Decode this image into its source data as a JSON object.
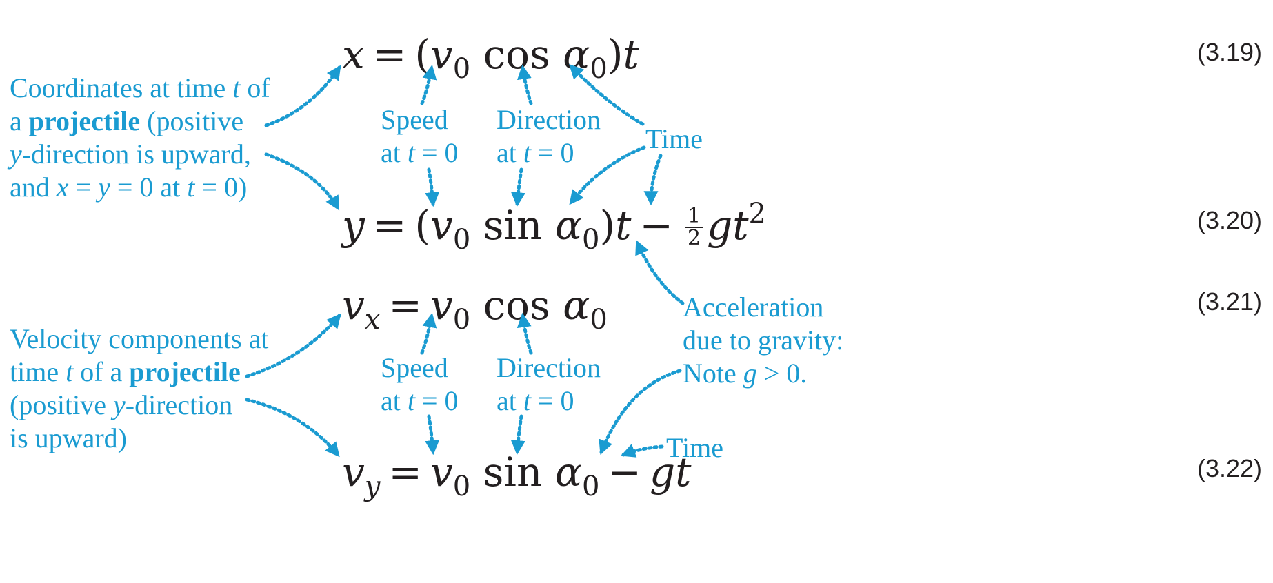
{
  "equations": {
    "eq319": {
      "number": "(3.19)",
      "x": "x",
      "eq": "=",
      "lp": "(",
      "v": "v",
      "zero1": "0",
      "cos": "cos",
      "alpha": "α",
      "zero2": "0",
      "rp": ")",
      "t": "t"
    },
    "eq320": {
      "number": "(3.20)",
      "y": "y",
      "eq": "=",
      "lp": "(",
      "v": "v",
      "zero1": "0",
      "sin": "sin",
      "alpha": "α",
      "zero2": "0",
      "rp": ")",
      "t": "t",
      "minus": "−",
      "frac_num": "1",
      "frac_den": "2",
      "g": "g",
      "t2": "t",
      "pow": "2"
    },
    "eq321": {
      "number": "(3.21)",
      "v": "v",
      "xsub": "x",
      "eq": "=",
      "v2": "v",
      "zero1": "0",
      "cos": "cos",
      "alpha": "α",
      "zero2": "0"
    },
    "eq322": {
      "number": "(3.22)",
      "v": "v",
      "ysub": "y",
      "eq": "=",
      "v2": "v",
      "zero1": "0",
      "sin": "sin",
      "alpha": "α",
      "zero2": "0",
      "minus": "−",
      "g": "g",
      "t": "t"
    }
  },
  "annotations": {
    "coords": {
      "line1_a": "Coordinates at time ",
      "line1_t": "t",
      "line1_b": " of",
      "line2_a": "a ",
      "line2_bold": "projectile",
      "line2_b": " (positive",
      "line3_y": "y",
      "line3_b": "-direction is upward,",
      "line4_a": "and ",
      "line4_x": "x",
      "line4_eq1": " = ",
      "line4_y": "y",
      "line4_eq2": " = 0 at ",
      "line4_t": "t",
      "line4_end": " = 0)"
    },
    "velocity": {
      "line1": "Velocity components at",
      "line2_a": "time ",
      "line2_t": "t",
      "line2_b": " of a ",
      "line2_bold": "projectile",
      "line3_a": "(positive ",
      "line3_y": "y",
      "line3_b": "-direction",
      "line4": "is upward)"
    },
    "speed_top": {
      "line1": "Speed",
      "line2_a": "at ",
      "line2_t": "t",
      "line2_b": " = 0"
    },
    "direction_top": {
      "line1": "Direction",
      "line2_a": "at ",
      "line2_t": "t",
      "line2_b": " = 0"
    },
    "time_top": "Time",
    "speed_bottom": {
      "line1": "Speed",
      "line2_a": "at ",
      "line2_t": "t",
      "line2_b": " = 0"
    },
    "direction_bottom": {
      "line1": "Direction",
      "line2_a": "at ",
      "line2_t": "t",
      "line2_b": " = 0"
    },
    "acceleration": {
      "line1": "Acceleration",
      "line2": "due to gravity:",
      "line3_a": "Note ",
      "line3_g": "g",
      "line3_b": " > 0."
    },
    "time_bottom": "Time"
  },
  "colors": {
    "annotation": "#1a9bd1",
    "equation": "#231f20"
  }
}
